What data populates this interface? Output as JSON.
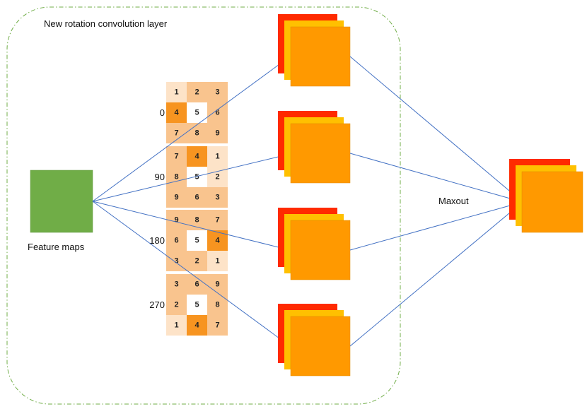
{
  "title": "New rotation convolution layer",
  "input_label": "Feature maps",
  "maxout_label": "Maxout",
  "colors": {
    "input": "#70ad47",
    "stack_back": "#ff2a00",
    "stack_mid": "#ffc000",
    "stack_front": "#ff9900",
    "arrow": "#4472c4",
    "dash_border": "#70ad47",
    "shade_light": "#fde3c8",
    "shade_mid": "#f9c48e",
    "shade_dark": "#f79420",
    "center": "#ffffff"
  },
  "kernels": [
    {
      "angle": "0",
      "cells": [
        "1",
        "2",
        "3",
        "4",
        "5",
        "6",
        "7",
        "8",
        "9"
      ],
      "shades": [
        "light",
        "mid",
        "mid",
        "dark",
        "center",
        "mid",
        "mid",
        "mid",
        "mid"
      ]
    },
    {
      "angle": "90",
      "cells": [
        "7",
        "4",
        "1",
        "8",
        "5",
        "2",
        "9",
        "6",
        "3"
      ],
      "shades": [
        "mid",
        "dark",
        "light",
        "mid",
        "center",
        "light",
        "mid",
        "mid",
        "mid"
      ]
    },
    {
      "angle": "180",
      "cells": [
        "9",
        "8",
        "7",
        "6",
        "5",
        "4",
        "3",
        "2",
        "1"
      ],
      "shades": [
        "mid",
        "mid",
        "mid",
        "mid",
        "center",
        "dark",
        "mid",
        "mid",
        "light"
      ]
    },
    {
      "angle": "270",
      "cells": [
        "3",
        "6",
        "9",
        "2",
        "5",
        "8",
        "1",
        "4",
        "7"
      ],
      "shades": [
        "mid",
        "mid",
        "mid",
        "mid",
        "center",
        "mid",
        "light",
        "dark",
        "mid"
      ]
    }
  ]
}
